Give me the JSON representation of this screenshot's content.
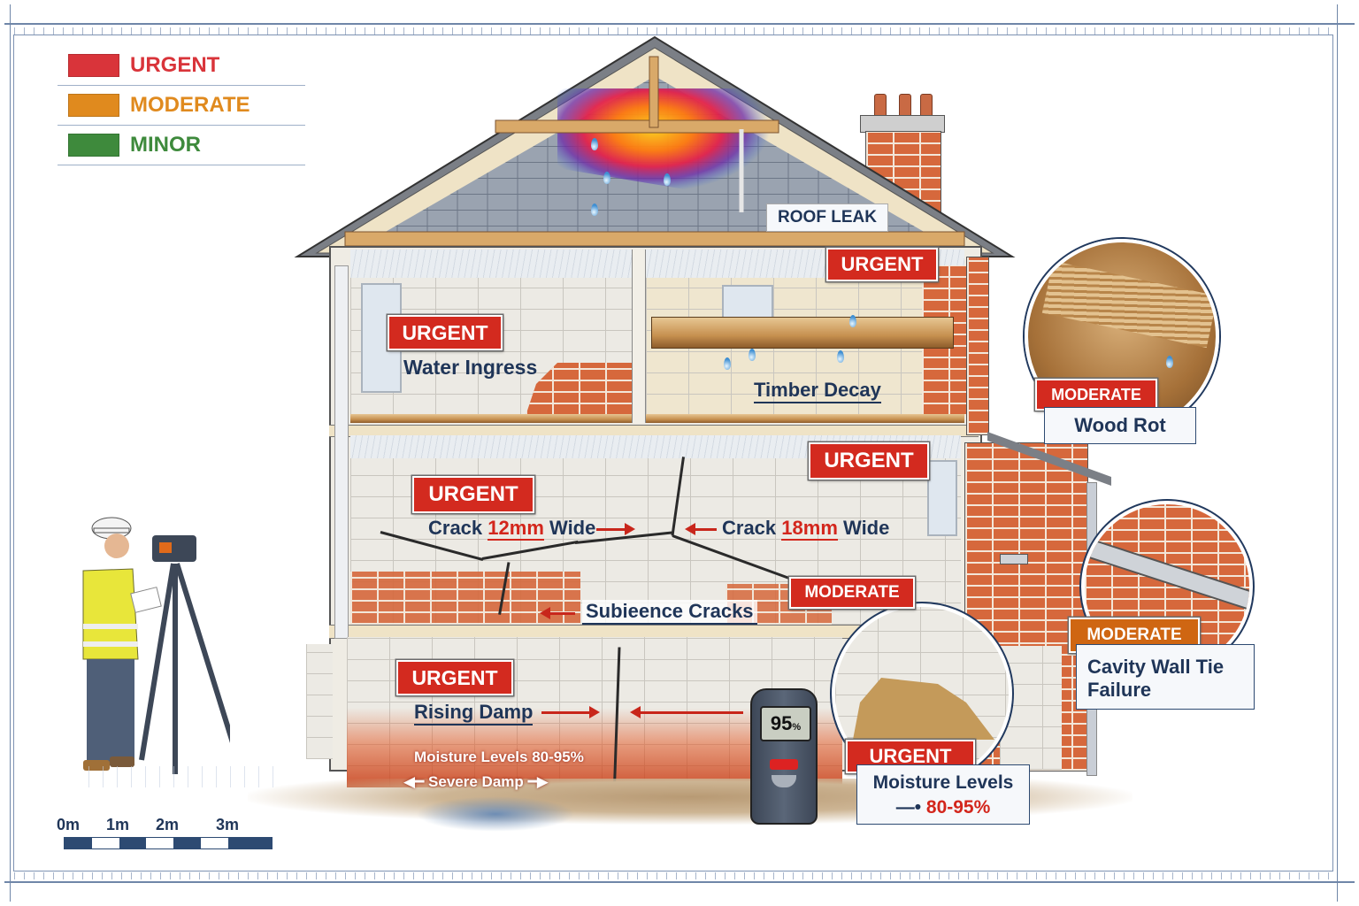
{
  "legend": {
    "items": [
      {
        "label": "URGENT",
        "color": "#d9343a"
      },
      {
        "label": "MODERATE",
        "color": "#e08a1e"
      },
      {
        "label": "MINOR",
        "color": "#3e8a3c"
      }
    ]
  },
  "colors": {
    "urgent_tag": "#d32a1f",
    "moderate_tag": "#cf6612",
    "label_text": "#1f3558",
    "frame": "#6f86a8"
  },
  "annotations": {
    "roof_leak": {
      "label": "ROOF LEAK"
    },
    "timber_decay": {
      "severity": "URGENT",
      "label": "Timber Decay"
    },
    "water_ingress": {
      "severity": "URGENT",
      "label": "Water Ingress"
    },
    "wood_rot": {
      "severity": "MODERATE",
      "label": "Wood Rot"
    },
    "crack_left": {
      "severity": "URGENT",
      "prefix": "Crack",
      "value": "12mm",
      "suffix": "Wide"
    },
    "crack_right": {
      "severity": "URGENT",
      "prefix": "Crack",
      "value": "18mm",
      "suffix": "Wide"
    },
    "subsidence": {
      "label": "Subieence Cracks"
    },
    "foundation_inset": {
      "severity": "MODERATE"
    },
    "cavity_wall": {
      "severity": "MODERATE",
      "label_line1": "Cavity Wall Tie",
      "label_line2": "Failure"
    },
    "rising_damp": {
      "severity": "URGENT",
      "label": "Rising Damp",
      "moisture_text": "Moisture Levels 80-95%",
      "damp_text": "Severe Damp"
    },
    "moisture_box": {
      "severity": "URGENT",
      "label": "Moisture Levels",
      "value": "80-95%"
    }
  },
  "meter": {
    "reading": "95",
    "unit": "%"
  },
  "scale_bar": {
    "ticks": [
      "0m",
      "1m",
      "2m",
      "3m"
    ]
  },
  "icons": {
    "surveyor": "surveyor-with-tripod-icon",
    "meter": "moisture-meter-icon",
    "water_drop": "water-drop-icon"
  }
}
